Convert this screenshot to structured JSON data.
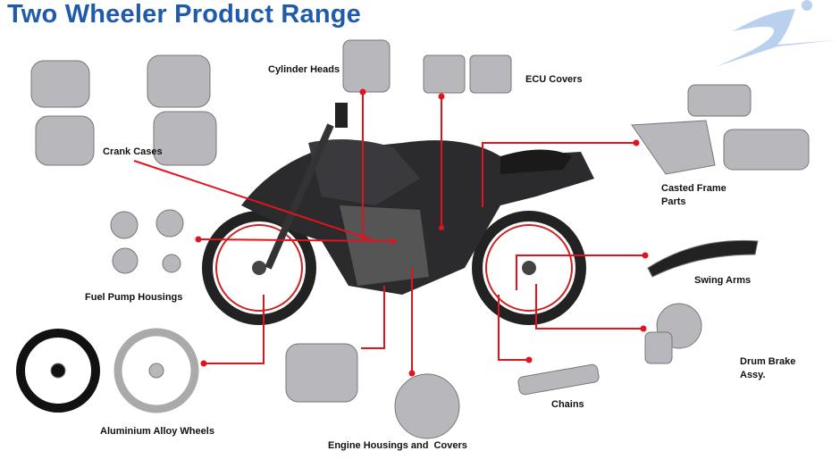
{
  "title": "Two Wheeler Product Range",
  "colors": {
    "title": "#1f5ba8",
    "leader": "#e0141e",
    "logo": "#b9d0ee"
  },
  "logo_icon": "running-figure-logo",
  "labels": {
    "cylinder_heads": "Cylinder Heads",
    "ecu_covers": "ECU Covers",
    "crank_cases": "Crank Cases",
    "casted_frame_parts_1": "Casted Frame",
    "casted_frame_parts_2": "Parts",
    "fuel_pump_housings": "Fuel Pump Housings",
    "swing_arms": "Swing Arms",
    "drum_brake_1": "Drum Brake",
    "drum_brake_2": "Assy.",
    "chains": "Chains",
    "alloy_wheels": "Aluminium Alloy Wheels",
    "engine_housings": "Engine Housings and  Covers"
  }
}
